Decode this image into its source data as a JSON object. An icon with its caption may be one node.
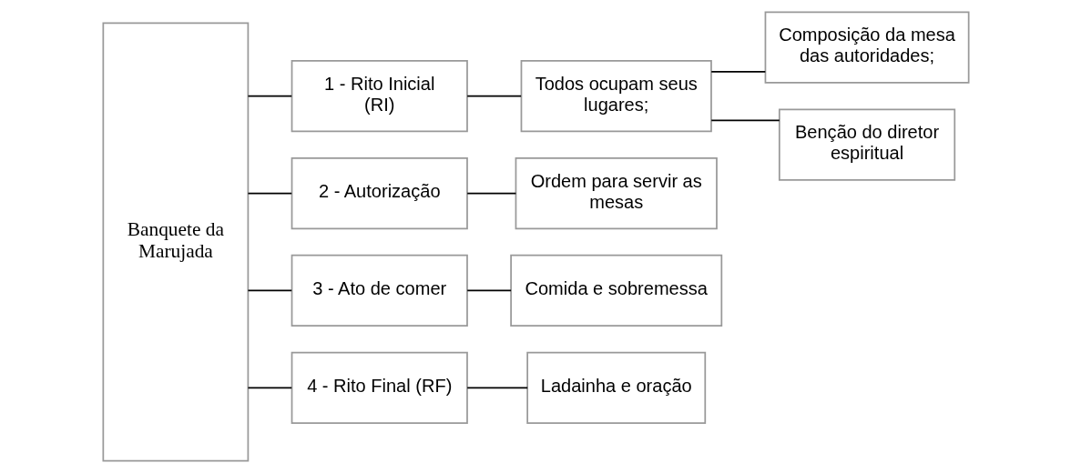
{
  "diagram": {
    "nodes": [
      {
        "text": [
          "Banquete da Marujada"
        ]
      },
      {
        "text": [
          "1 - Rito Inicial (RI)"
        ]
      },
      {
        "text": [
          "2 - Autorização"
        ]
      },
      {
        "text": [
          "3 - Ato de comer"
        ]
      },
      {
        "text": [
          "4 - Rito Final (RF)"
        ]
      },
      {
        "text": [
          "Todos ocupam seus lugares;"
        ]
      },
      {
        "text": [
          "Ordem para servir as mesas"
        ]
      },
      {
        "text": [
          "Comida e sobremessa"
        ]
      },
      {
        "text": [
          "Ladainha e oração"
        ]
      },
      {
        "text": [
          "Composição da mesa das autoridades;"
        ]
      },
      {
        "text": [
          "Benção do diretor espiritual"
        ]
      }
    ],
    "edges": [
      {
        "from": 0,
        "to": 1,
        "arrow": "none"
      },
      {
        "from": 0,
        "to": 2,
        "arrow": "none"
      },
      {
        "from": 0,
        "to": 3,
        "arrow": "none"
      },
      {
        "from": 0,
        "to": 4,
        "arrow": "none"
      },
      {
        "from": 1,
        "to": 5,
        "arrow": "none"
      },
      {
        "from": 2,
        "to": 6,
        "arrow": "none"
      },
      {
        "from": 3,
        "to": 7,
        "arrow": "none"
      },
      {
        "from": 4,
        "to": 8,
        "arrow": "none"
      },
      {
        "from": 5,
        "to": 9,
        "arrow": "none"
      },
      {
        "from": 5,
        "to": 10,
        "arrow": "none"
      }
    ]
  }
}
